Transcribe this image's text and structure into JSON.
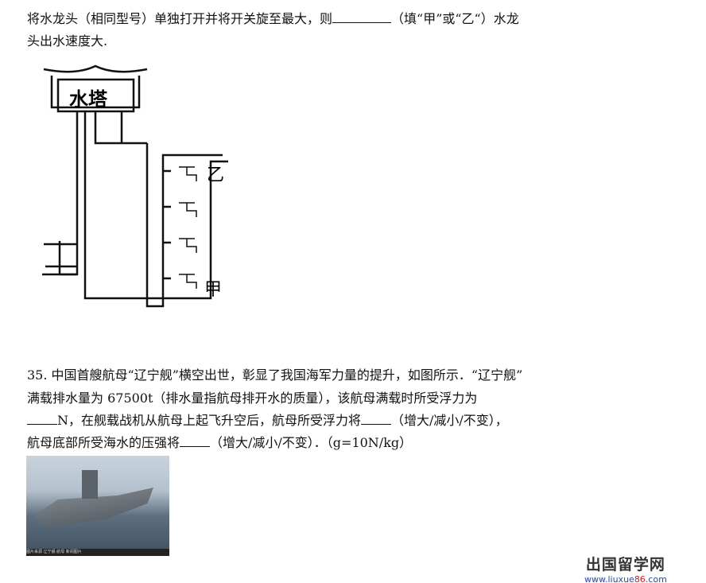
{
  "q34": {
    "line1a": "将水龙头（相同型号）单独打开并将开关旋至最大，则",
    "line1b": "（填“甲”或“乙“）水龙",
    "line2": "头出水速度大."
  },
  "diagram": {
    "tower_label": "水塔",
    "tap_top": "乙",
    "tap_bottom": "甲"
  },
  "q35": {
    "line1": "35. 中国首艘航母“辽宁舰”横空出世，彰显了我国海军力量的提升，如图所示．“辽宁舰”",
    "line2": "满载排水量为  67500t（排水量指航母排开水的质量），该航母满载时所受浮力为",
    "line3a": "N，在舰载战机从航母上起飞升空后，航母所受浮力将",
    "line3b": "（增大/减小/不变），",
    "line4a": "航母底部所受海水的压强将",
    "line4b": "（增大/减小/不变）．（g=10N/kg）"
  },
  "photo": {
    "caption": "图片来源 辽宁舰 航母 新闻图片"
  },
  "watermark": {
    "title": "出国留学网",
    "url_a": "www.liuxue",
    "url_b": "86",
    ".com": ".com",
    "url_c": ".com"
  }
}
